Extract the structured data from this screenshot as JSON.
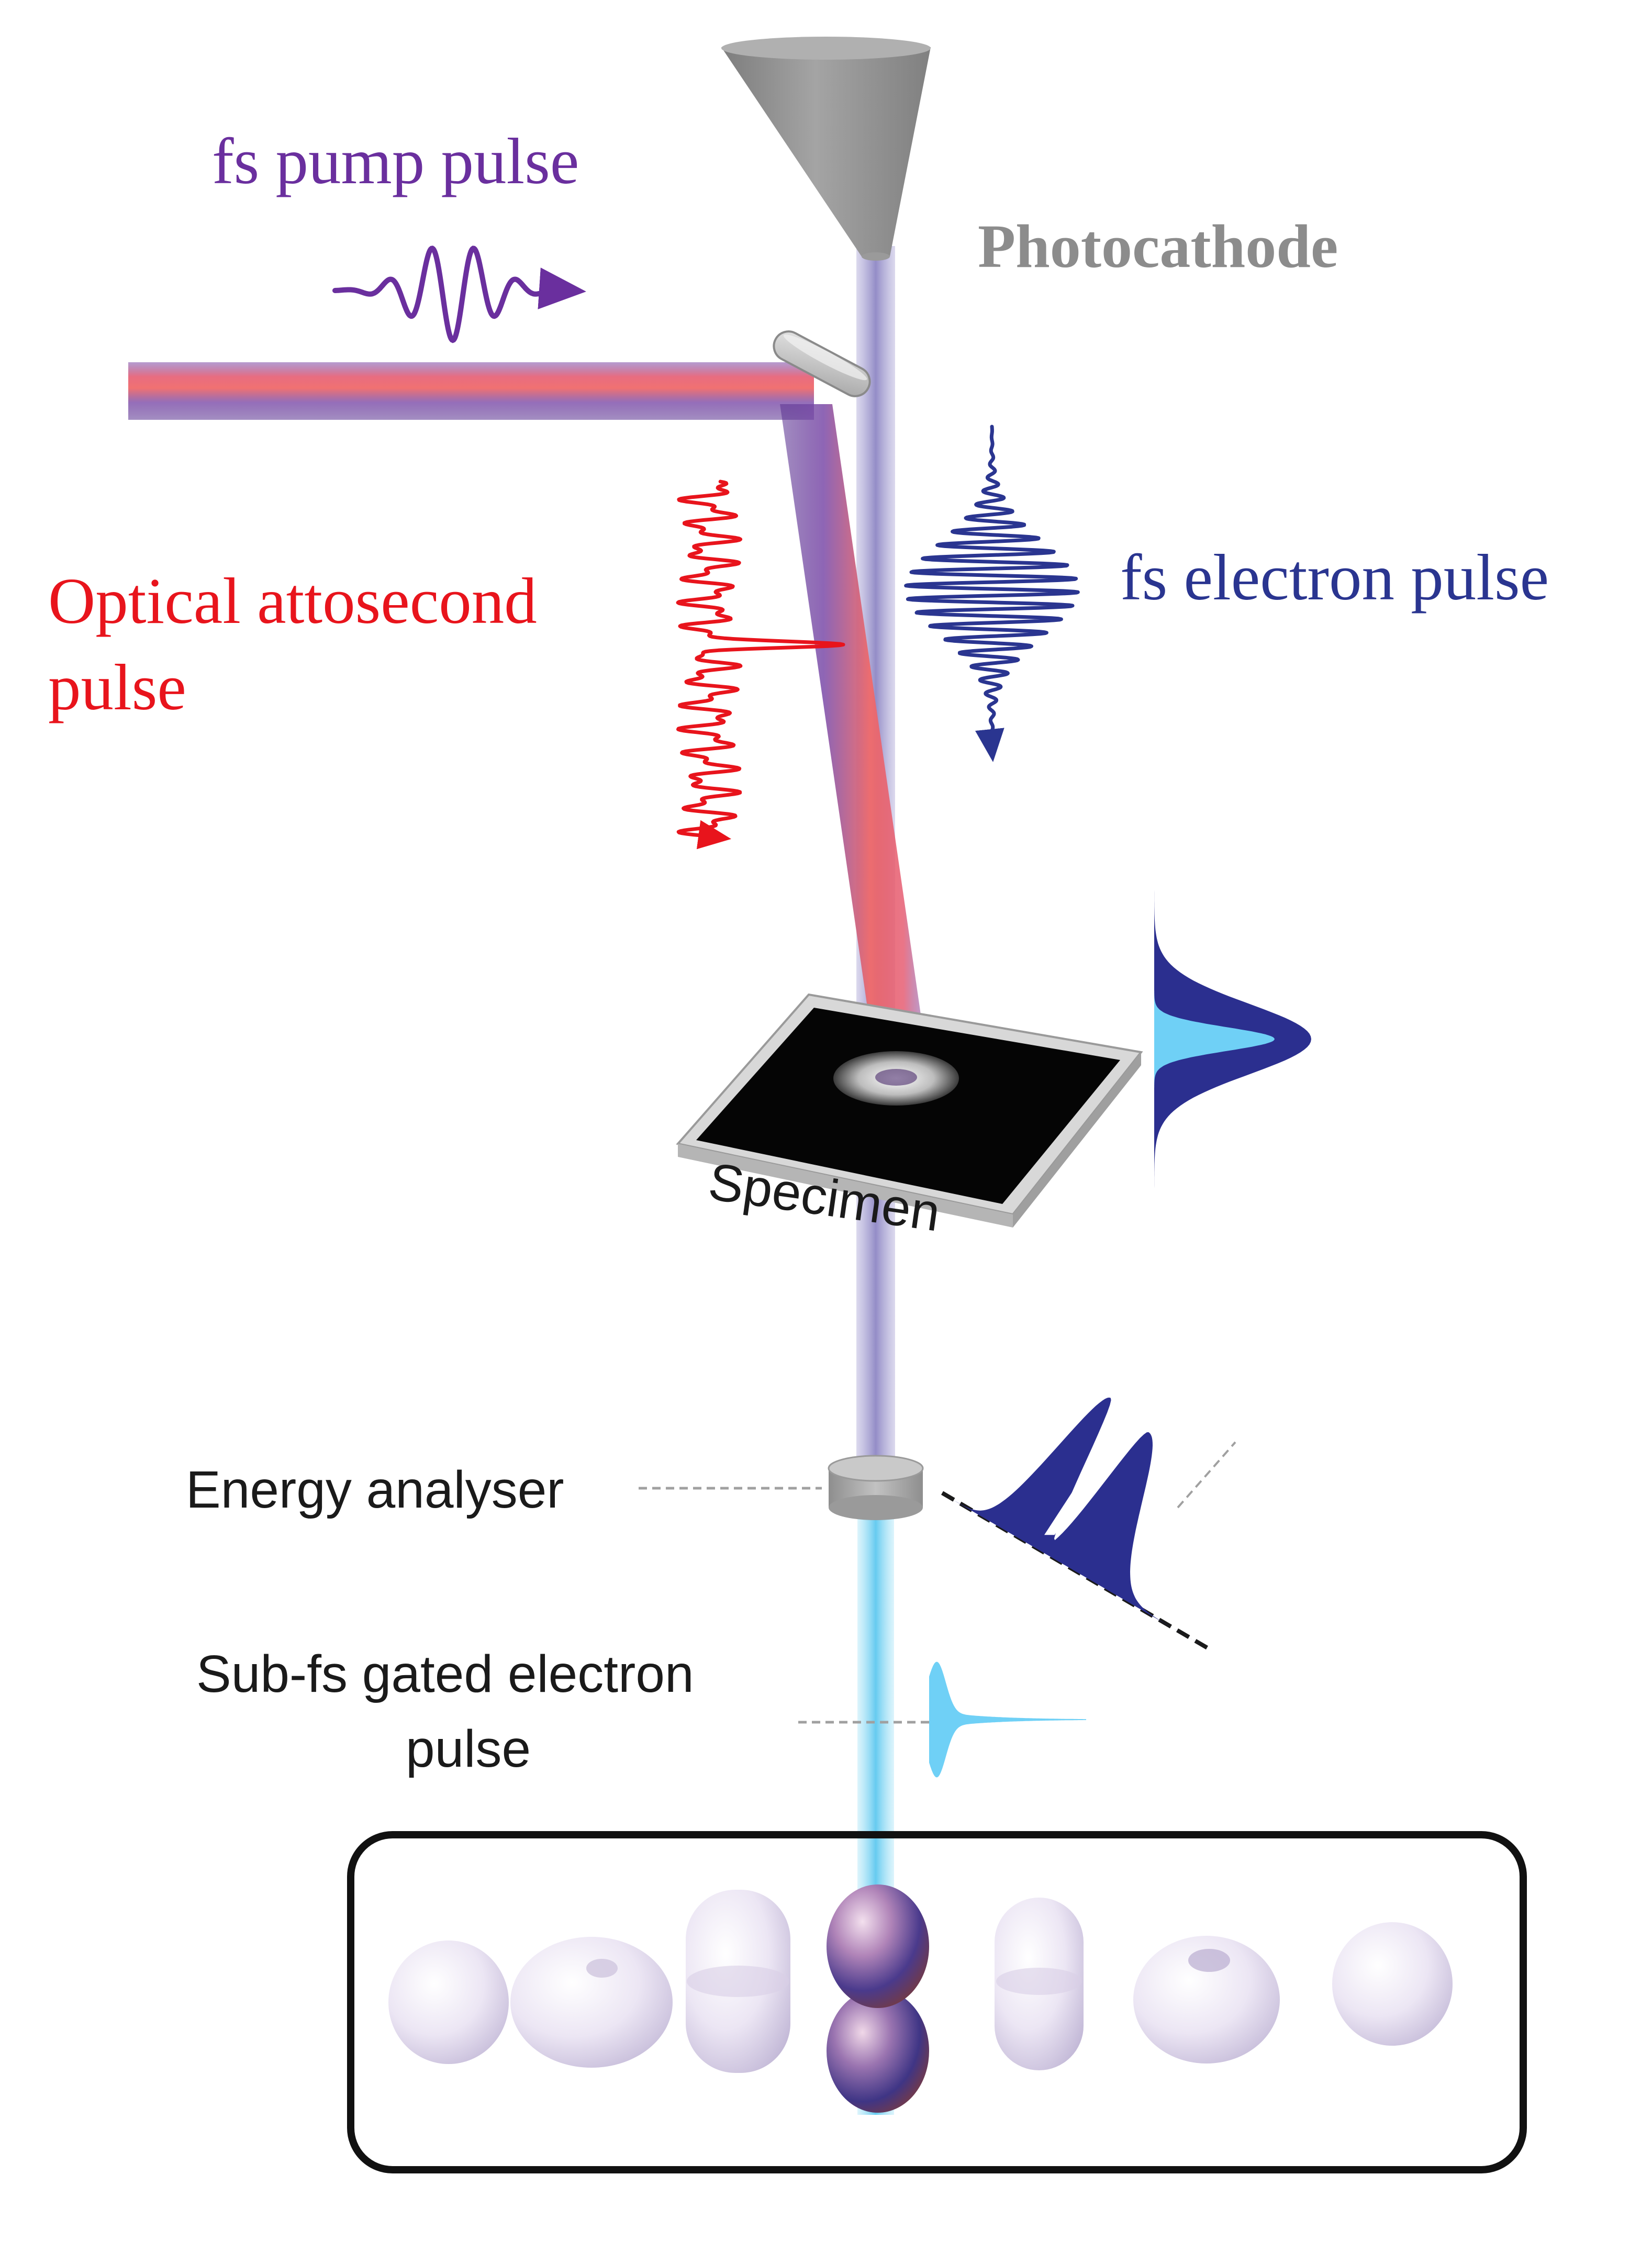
{
  "labels": {
    "pump": "fs pump pulse",
    "photocathode": "Photocathode",
    "optical_line1": "Optical attosecond",
    "optical_line2": "pulse",
    "electron": "fs electron pulse",
    "specimen": "Specimen",
    "analyser": "Energy analyser",
    "gated_line1": "Sub-fs gated electron",
    "gated_line2": "pulse"
  },
  "colors": {
    "pump": "#6a2f9e",
    "optical": "#e8141c",
    "electron": "#2a3590",
    "cathode": "#8c8c8c",
    "beam_violet": "#9b94c8",
    "beam_cyan": "#72d2f2",
    "distribution_dark": "#2b2f8f",
    "distribution_light": "#6fd0f6",
    "text_dark": "#1a1a1a"
  }
}
